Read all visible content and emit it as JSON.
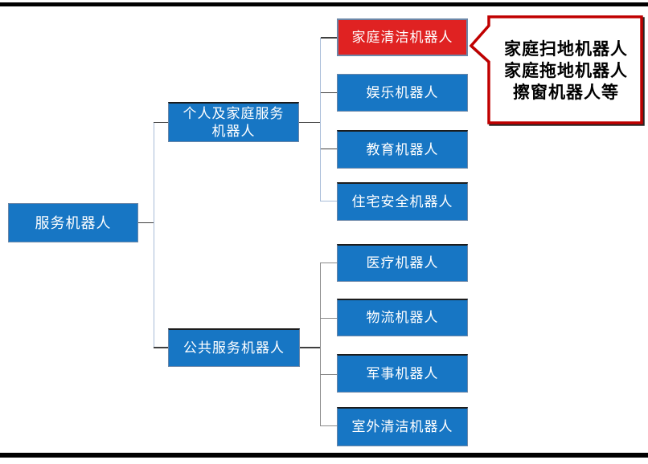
{
  "colors": {
    "rule": "#000000",
    "box_blue": "#1776C4",
    "box_red": "#E02222",
    "box_border": "#6C87A8",
    "box_border_top": "#1C1C1C",
    "box_text": "#FFFFFF",
    "callout_border": "#C00000",
    "callout_bg": "#FFFFFF",
    "callout_text": "#000000",
    "connector_dark": "#3F3F3F",
    "connector_light": "#A8BCD8",
    "connector_gray": "#8A8A8A"
  },
  "tree": {
    "root": {
      "label": "服务机器人"
    },
    "branches": [
      {
        "label": "个人及家庭服务机器人",
        "children": [
          "家庭清洁机器人",
          "娱乐机器人",
          "教育机器人",
          "住宅安全机器人"
        ]
      },
      {
        "label": "公共服务机器人",
        "children": [
          "医疗机器人",
          "物流机器人",
          "军事机器人",
          "室外清洁机器人"
        ]
      }
    ]
  },
  "callout": {
    "lines": [
      "家庭扫地机器人",
      "家庭拖地机器人",
      "擦窗机器人等"
    ]
  }
}
